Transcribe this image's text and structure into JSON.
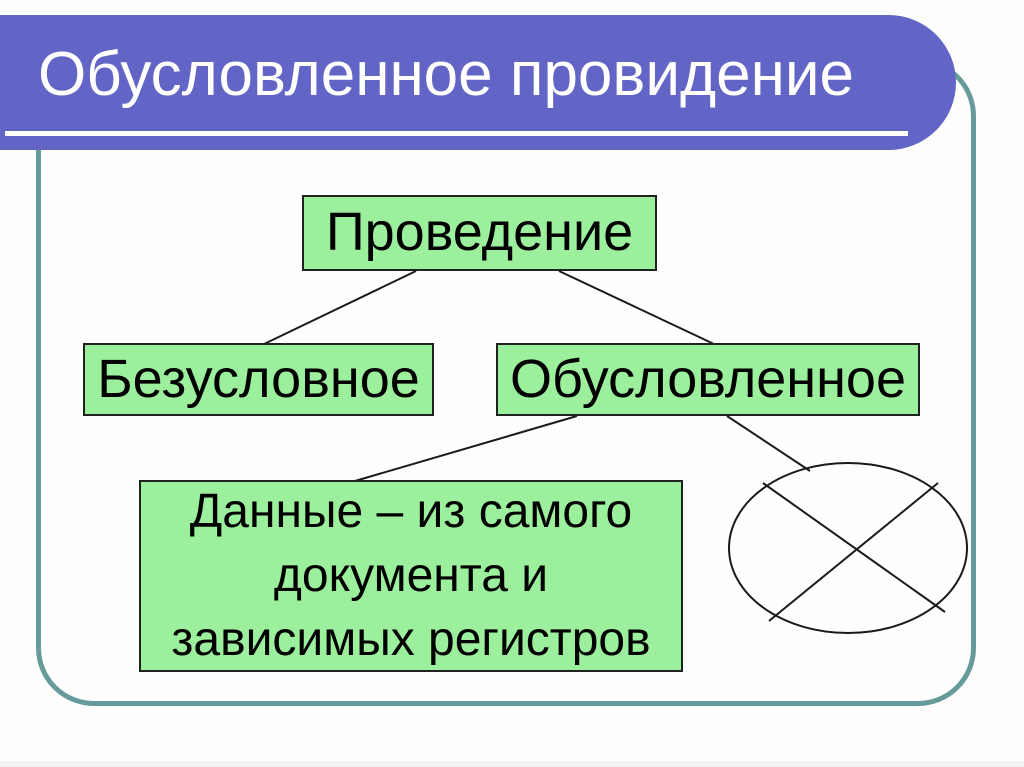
{
  "slide": {
    "title": "Обусловленное провидение",
    "colors": {
      "banner": "#6264c6",
      "frame": "#679a9b",
      "box_fill": "#9cef9c",
      "box_border": "#1f221f",
      "line": "#1a1a1a"
    },
    "diagram": {
      "nodes": [
        {
          "id": "provedenie",
          "label": "Проведение"
        },
        {
          "id": "bezuslovnoe",
          "label": "Безусловное"
        },
        {
          "id": "obuslovlennoe",
          "label": "Обусловленное"
        },
        {
          "id": "dannye",
          "label": "Данные – из самого документа и зависимых регистров",
          "lines": [
            "Данные – из самого",
            "документа и",
            "зависимых регистров"
          ]
        }
      ],
      "symbols": [
        {
          "id": "no-symbol",
          "meaning": "crossed-out-ellipse"
        }
      ]
    }
  }
}
